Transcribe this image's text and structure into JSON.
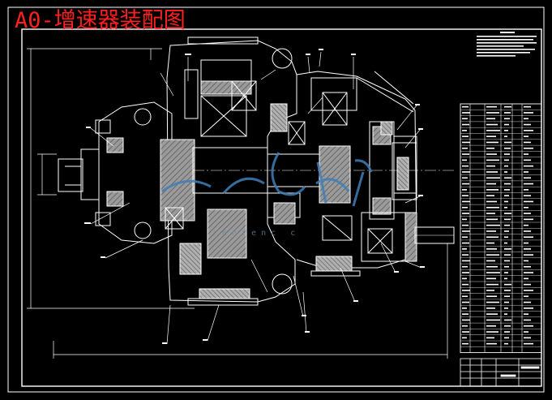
{
  "drawing": {
    "title": "A0-增速器装配图",
    "watermark": {
      "text": "renrenc",
      "text_tail": "c",
      "logo_color": "#3f7fb8"
    },
    "colors": {
      "background": "#000000",
      "linework": "#ffffff",
      "section_fill": "#a0a0a0",
      "title_text": "#ff1f1f"
    }
  }
}
